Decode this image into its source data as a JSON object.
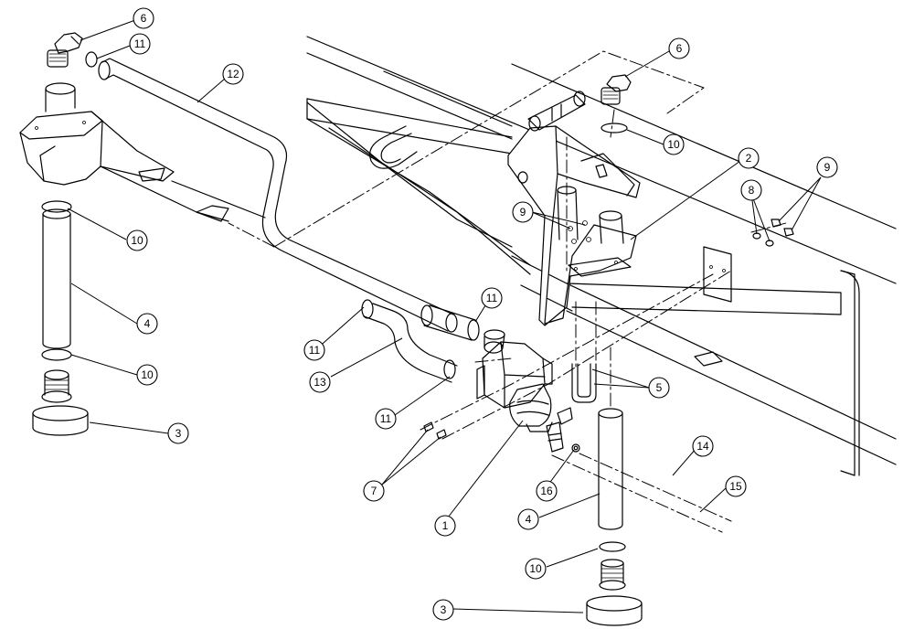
{
  "callouts": [
    {
      "id": "c6a",
      "label": "6"
    },
    {
      "id": "c11a",
      "label": "11"
    },
    {
      "id": "c12",
      "label": "12"
    },
    {
      "id": "c10a",
      "label": "10"
    },
    {
      "id": "c4a",
      "label": "4"
    },
    {
      "id": "c10b",
      "label": "10"
    },
    {
      "id": "c3a",
      "label": "3"
    },
    {
      "id": "c6b",
      "label": "6"
    },
    {
      "id": "c10c",
      "label": "10"
    },
    {
      "id": "c2",
      "label": "2"
    },
    {
      "id": "c9a",
      "label": "9"
    },
    {
      "id": "c8",
      "label": "8"
    },
    {
      "id": "c9b",
      "label": "9"
    },
    {
      "id": "c11b",
      "label": "11"
    },
    {
      "id": "c11c",
      "label": "11"
    },
    {
      "id": "c13",
      "label": "13"
    },
    {
      "id": "c11d",
      "label": "11"
    },
    {
      "id": "c5",
      "label": "5"
    },
    {
      "id": "c7",
      "label": "7"
    },
    {
      "id": "c14",
      "label": "14"
    },
    {
      "id": "c15",
      "label": "15"
    },
    {
      "id": "c16",
      "label": "16"
    },
    {
      "id": "c1",
      "label": "1"
    },
    {
      "id": "c4b",
      "label": "4"
    },
    {
      "id": "c10d",
      "label": "10"
    },
    {
      "id": "c3b",
      "label": "3"
    }
  ]
}
